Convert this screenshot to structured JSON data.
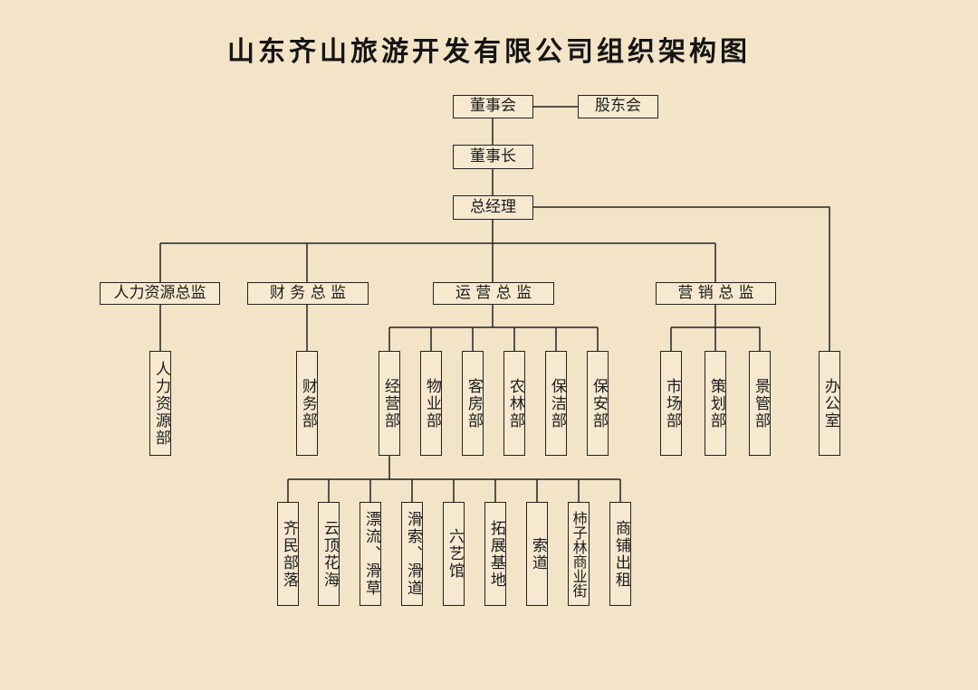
{
  "title": "山东齐山旅游开发有限公司组织架构图",
  "top": {
    "board": "董事会",
    "shareholders": "股东会",
    "chairman": "董事长",
    "gm": "总经理"
  },
  "directors": {
    "hr": "人力资源总监",
    "finance": "财 务 总 监",
    "operations": "运 营 总 监",
    "marketing": "营 销 总 监"
  },
  "departments": {
    "hr_dept": "人力资源部",
    "finance_dept": "财务部",
    "business_dept": "经营部",
    "property_dept": "物业部",
    "guestroom_dept": "客房部",
    "forestry_dept": "农林部",
    "cleaning_dept": "保洁部",
    "security_dept": "保安部",
    "market_dept": "市场部",
    "planning_dept": "策划部",
    "scenic_dept": "景管部",
    "office": "办公室"
  },
  "units": {
    "qimin": "齐民部落",
    "yunding": "云顶花海",
    "piaoliu": "漂流、滑草",
    "huasuo": "滑索、滑道",
    "liuyi": "六艺馆",
    "tuozhan": "拓展基地",
    "suodao": "索道",
    "shizilin": "柿子林商业街",
    "shangpu": "商铺出租"
  }
}
